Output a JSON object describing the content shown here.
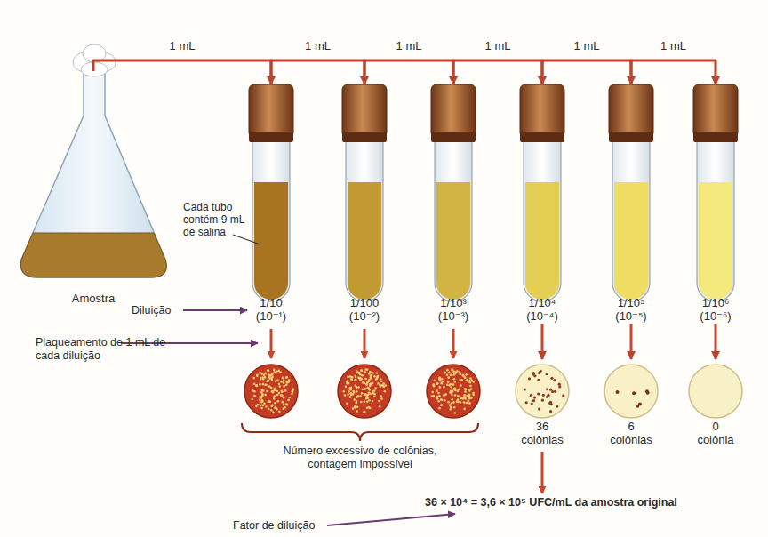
{
  "diagram": {
    "nodes": [
      {
        "text": [
          "Amostra"
        ]
      },
      {
        "text": [
          "1/10 (10⁻¹)"
        ]
      },
      {
        "text": [
          "1/100 (10⁻²)"
        ]
      },
      {
        "text": [
          "1/10³ (10⁻³)"
        ]
      },
      {
        "text": [
          "1/10⁴ (10⁻⁴)"
        ]
      },
      {
        "text": [
          "1/10⁵ (10⁻⁵)"
        ]
      },
      {
        "text": [
          "1/10⁶ (10⁻⁶)"
        ]
      },
      {
        "text": [
          "36 colônias"
        ]
      },
      {
        "text": [
          "6 colônias"
        ]
      },
      {
        "text": [
          "0 colônia"
        ]
      }
    ],
    "edges": [
      {
        "from": 0,
        "to": 1,
        "label": "1 mL",
        "arrow": "to"
      },
      {
        "from": 1,
        "to": 2,
        "label": "1 mL",
        "arrow": "to"
      },
      {
        "from": 2,
        "to": 3,
        "label": "1 mL",
        "arrow": "to"
      },
      {
        "from": 3,
        "to": 4,
        "label": "1 mL",
        "arrow": "to"
      },
      {
        "from": 4,
        "to": 5,
        "label": "1 mL",
        "arrow": "to"
      },
      {
        "from": 5,
        "to": 6,
        "label": "1 mL",
        "arrow": "to"
      },
      {
        "from": 4,
        "to": 7,
        "arrow": "to"
      },
      {
        "from": 5,
        "to": 8,
        "arrow": "to"
      },
      {
        "from": 6,
        "to": 9,
        "arrow": "to"
      }
    ],
    "labels": [
      "Cada tubo contém 9 mL de salina",
      "Diluição",
      "Plaqueamento de 1 mL de cada diluição",
      "Número excessivo de colônias, contagem impossível",
      "36 × 10⁴ = 3,6 × 10⁵ UFC/mL da amostra original",
      "Fator de diluição"
    ]
  }
}
